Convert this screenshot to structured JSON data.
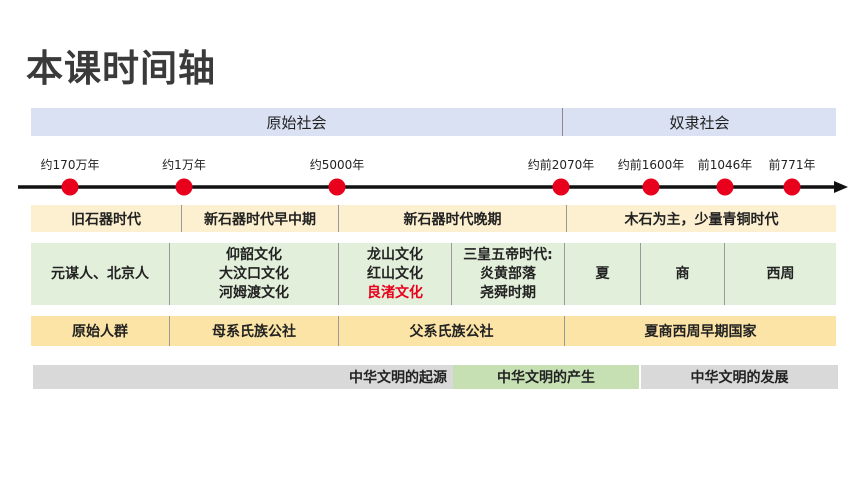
{
  "title": "本课时间轴",
  "eras": [
    {
      "label": "原始社会"
    },
    {
      "label": "奴隶社会"
    }
  ],
  "time_points": [
    {
      "label": "约170万年"
    },
    {
      "label": "约1万年"
    },
    {
      "label": "约5000年"
    },
    {
      "label": "约前2070年"
    },
    {
      "label": "约前1600年"
    },
    {
      "label": "前1046年"
    },
    {
      "label": "前771年"
    }
  ],
  "stages": [
    {
      "label": "旧石器时代"
    },
    {
      "label": "新石器时代早中期"
    },
    {
      "label": "新石器时代晚期"
    },
    {
      "label": "木石为主，少量青铜时代"
    }
  ],
  "cultures": {
    "c1": "元谋人、北京人",
    "c2": [
      "仰韶文化",
      "大汶口文化",
      "河姆渡文化"
    ],
    "c3": [
      "龙山文化",
      "红山文化",
      "良渚文化"
    ],
    "c4": [
      "三皇五帝时代:",
      "炎黄部落",
      "尧舜时期"
    ],
    "c5": "夏",
    "c6": "商",
    "c7": "西周",
    "highlight_color": "#e8001c"
  },
  "societies": [
    {
      "label": "原始人群"
    },
    {
      "label": "母系氏族公社"
    },
    {
      "label": "父系氏族公社"
    },
    {
      "label": "夏商西周早期国家"
    }
  ],
  "civilization": [
    {
      "label": "中华文明的起源"
    },
    {
      "label": "中华文明的产生"
    },
    {
      "label": "中华文明的发展"
    }
  ]
}
